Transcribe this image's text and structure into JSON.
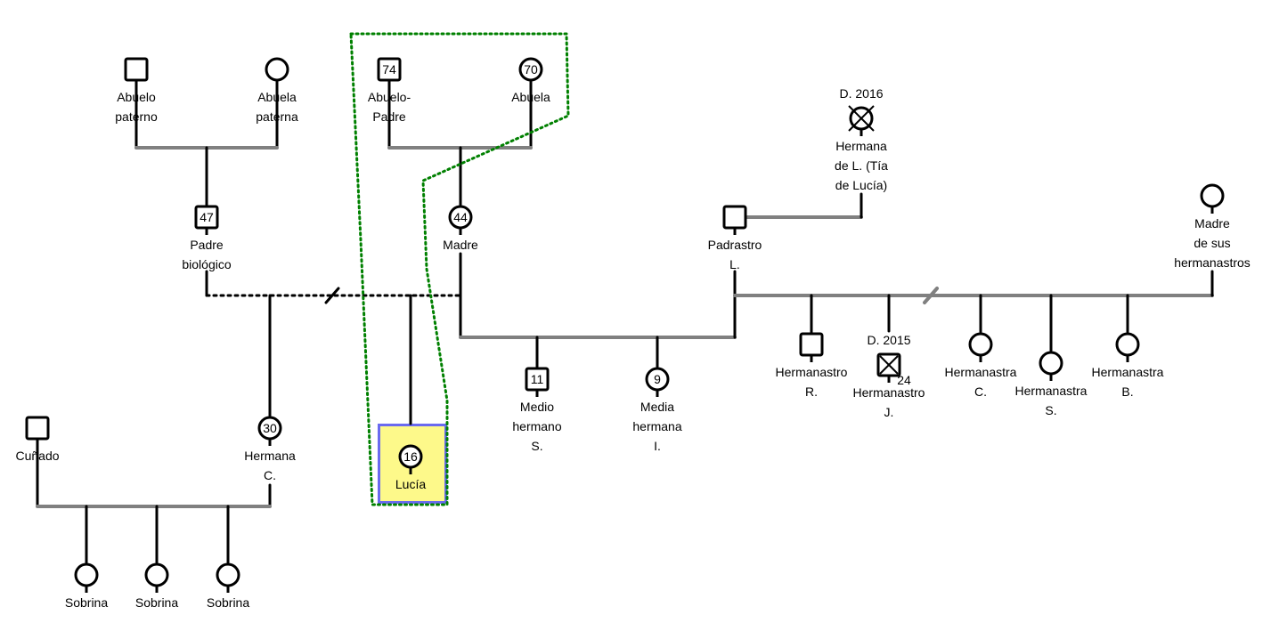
{
  "diagram": {
    "type": "genogram",
    "focus_person": "lucia",
    "highlight_colors": {
      "focus_fill": "#fdf98a",
      "focus_border": "#6a6af0",
      "household_outline": "#008000",
      "marriage": "#808080"
    }
  },
  "people": {
    "abuelo_paterno": {
      "sex": "M",
      "label": [
        "Abuelo",
        "paterno"
      ]
    },
    "abuela_paterna": {
      "sex": "F",
      "label": [
        "Abuela",
        "paterna"
      ]
    },
    "abuelo_padre": {
      "sex": "M",
      "age": "74",
      "label": [
        "Abuelo-",
        "Padre"
      ]
    },
    "abuela": {
      "sex": "F",
      "age": "70",
      "label": [
        "Abuela"
      ]
    },
    "padre": {
      "sex": "M",
      "age": "47",
      "label": [
        "Padre",
        "biológico"
      ]
    },
    "madre": {
      "sex": "F",
      "age": "44",
      "label": [
        "Madre"
      ]
    },
    "padrastro": {
      "sex": "M",
      "label": [
        "Padrastro",
        "L."
      ]
    },
    "tia": {
      "sex": "F",
      "deceased": true,
      "death": "D. 2016",
      "label": [
        "Hermana",
        "de L. (Tía",
        "de Lucía)"
      ]
    },
    "madre_hermanastros": {
      "sex": "F",
      "label": [
        "Madre",
        "de sus",
        "hermanastros"
      ]
    },
    "hermana_c": {
      "sex": "F",
      "age": "30",
      "label": [
        "Hermana",
        "C."
      ]
    },
    "lucia": {
      "sex": "F",
      "age": "16",
      "label": [
        "Lucía"
      ]
    },
    "medio_hermano": {
      "sex": "M",
      "age": "11",
      "label": [
        "Medio",
        "hermano",
        "S."
      ]
    },
    "media_hermana": {
      "sex": "F",
      "age": "9",
      "label": [
        "Media",
        "hermana",
        "I."
      ]
    },
    "hermanastro_r": {
      "sex": "M",
      "label": [
        "Hermanastro",
        "R."
      ]
    },
    "hermanastro_j": {
      "sex": "M",
      "deceased": true,
      "death": "D. 2015",
      "age": "24",
      "label": [
        "Hermanastro",
        "J."
      ]
    },
    "hermanastra_c": {
      "sex": "F",
      "label": [
        "Hermanastra",
        "C."
      ]
    },
    "hermanastra_s": {
      "sex": "F",
      "label": [
        "Hermanastra",
        "S."
      ]
    },
    "hermanastra_b": {
      "sex": "F",
      "label": [
        "Hermanastra",
        "B."
      ]
    },
    "cunado": {
      "sex": "M",
      "label": [
        "Cuñado"
      ]
    },
    "sobrina1": {
      "sex": "F",
      "label": [
        "Sobrina"
      ]
    },
    "sobrina2": {
      "sex": "F",
      "label": [
        "Sobrina"
      ]
    },
    "sobrina3": {
      "sex": "F",
      "label": [
        "Sobrina"
      ]
    }
  }
}
